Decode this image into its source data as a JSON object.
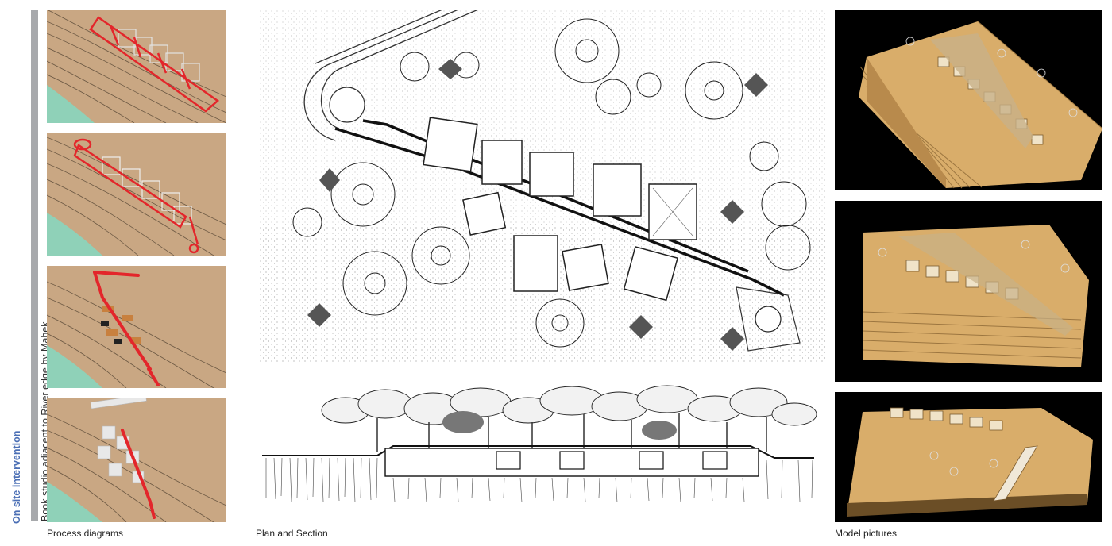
{
  "sidebar": {
    "section_label": "On site intervention",
    "project_title": "Book studio adjacent to River edge by Mahek"
  },
  "captions": {
    "process": "Process diagrams",
    "plan": "Plan and Section",
    "models": "Model pictures"
  },
  "colors": {
    "sand": "#c9a783",
    "water": "#8fd1b8",
    "frame_red": "#e3262b",
    "section_blue": "#4b6fb5",
    "divider_gray": "#a7a9ac",
    "model_bg": "#000000",
    "cardboard": "#d9ad6a"
  }
}
